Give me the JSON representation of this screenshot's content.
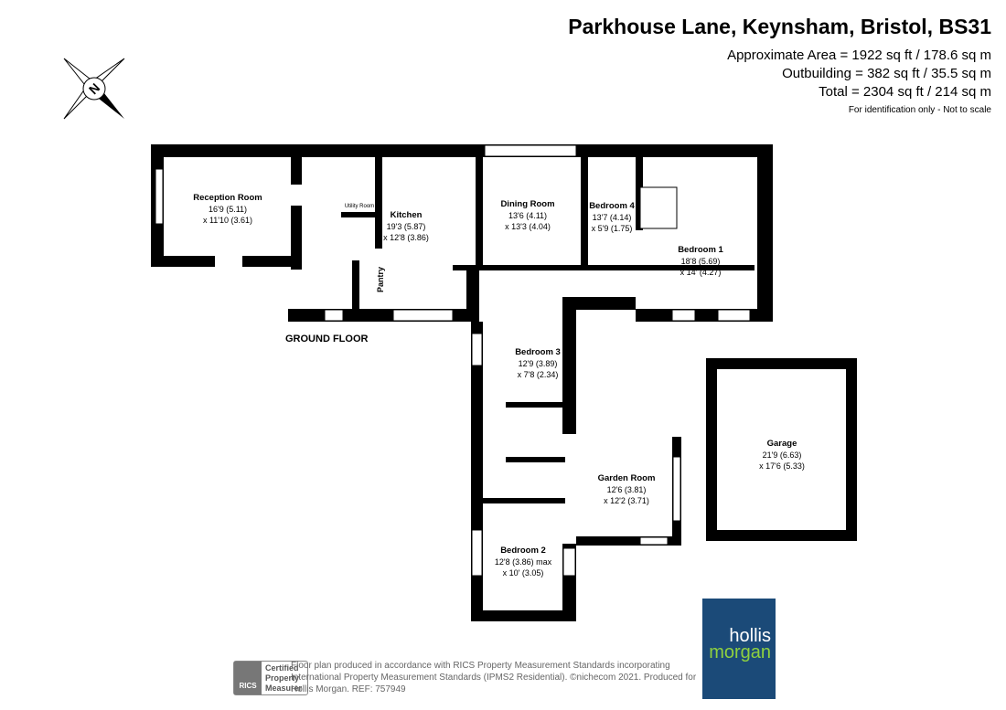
{
  "header": {
    "title": "Parkhouse Lane, Keynsham, Bristol, BS31",
    "approx_area": "Approximate Area = 1922 sq ft / 178.6 sq m",
    "outbuilding": "Outbuilding = 382 sq ft / 35.5 sq m",
    "total": "Total = 2304 sq ft / 214 sq m",
    "note": "For identification only - Not to scale"
  },
  "compass": "N",
  "floor_label": "GROUND FLOOR",
  "rooms": [
    {
      "name": "Reception Room",
      "d1": "16'9 (5.11)",
      "d2": "x 11'10 (3.61)"
    },
    {
      "name": "Utility Room"
    },
    {
      "name": "Kitchen",
      "d1": "19'3 (5.87)",
      "d2": "x 12'8 (3.86)"
    },
    {
      "name": "Dining Room",
      "d1": "13'6 (4.11)",
      "d2": "x 13'3 (4.04)"
    },
    {
      "name": "Bedroom 4",
      "d1": "13'7 (4.14)",
      "d2": "x 5'9 (1.75)"
    },
    {
      "name": "Bedroom 1",
      "d1": "18'8 (5.69)",
      "d2": "x 14' (4.27)"
    },
    {
      "name": "Pantry"
    },
    {
      "name": "Bedroom 3",
      "d1": "12'9 (3.89)",
      "d2": "x 7'8 (2.34)"
    },
    {
      "name": "Garden Room",
      "d1": "12'6 (3.81)",
      "d2": "x 12'2 (3.71)"
    },
    {
      "name": "Bedroom 2",
      "d1": "12'8 (3.86) max",
      "d2": "x 10' (3.05)"
    },
    {
      "name": "Garage",
      "d1": "21'9 (6.63)",
      "d2": "x 17'6 (5.33)"
    }
  ],
  "footer": {
    "rics_line1": "Certified",
    "rics_line2": "Property",
    "rics_line3": "Measurer",
    "rics_mark": "RICS",
    "text": "Floor plan produced in accordance with RICS Property Measurement Standards incorporating International Property Measurement Standards (IPMS2 Residential).  ©nichecom 2021. Produced for Hollis Morgan.   REF:  757949"
  },
  "logo": {
    "line1": "hollis",
    "line2": "morgan"
  }
}
